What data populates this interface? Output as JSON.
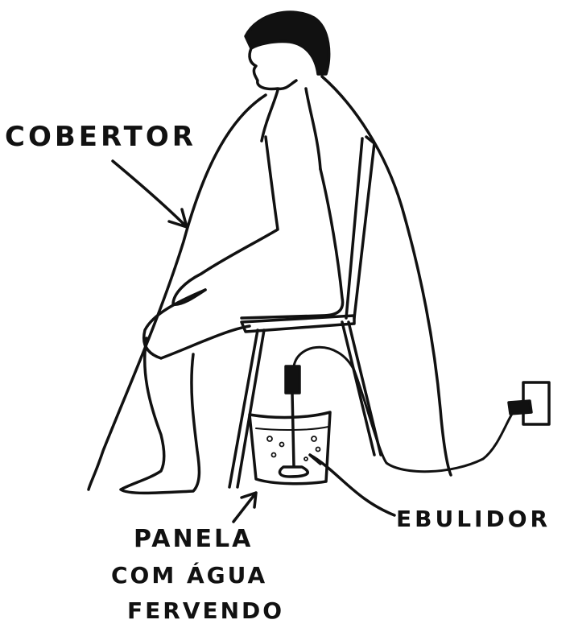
{
  "labels": {
    "blanket": "COBERTOR",
    "immersion_heater": "EBULIDOR",
    "pot_line1": "PANELA",
    "pot_line2": "COM ÁGUA",
    "pot_line3": "FERVENDO"
  },
  "colors": {
    "ink": "#111111",
    "paper": "#ffffff"
  }
}
